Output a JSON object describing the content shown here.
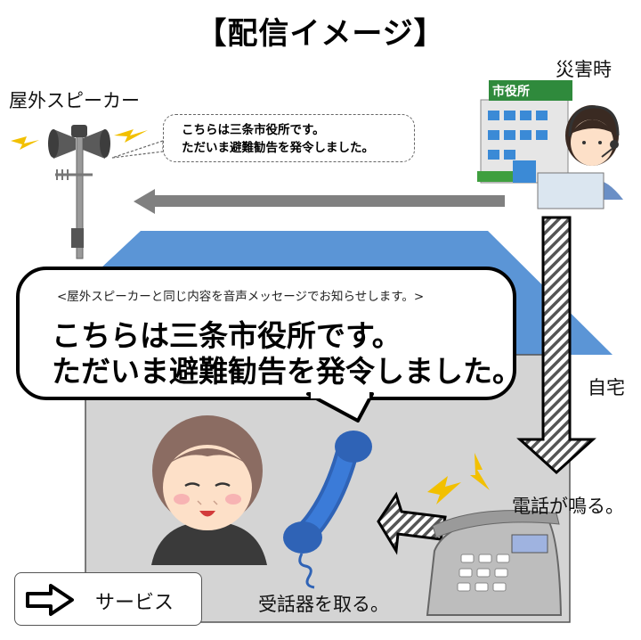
{
  "title": "【配信イメージ】",
  "labels": {
    "outdoor_speaker": "屋外スピーカー",
    "disaster_time": "災害時",
    "city_hall_sign": "市役所",
    "home": "自宅",
    "phone_rings": "電話が鳴る。",
    "pick_up": "受話器を取る。"
  },
  "speaker_bubble": {
    "line1": "こちらは三条市役所です。",
    "line2": "ただいま避難勧告を発令しました。"
  },
  "home_bubble": {
    "note": "<屋外スピーカーと同じ内容を音声メッセージでお知らせします。>",
    "line1": "こちらは三条市役所です。",
    "line2": "ただいま避難勧告を発令しました。"
  },
  "service_button": {
    "label": "サービス"
  },
  "colors": {
    "roof": "#5b95d6",
    "house_wall": "#d4d4d4",
    "receiver": "#3b7bd8",
    "arrow_gray": "#808080",
    "lightning": "#f2c000"
  }
}
